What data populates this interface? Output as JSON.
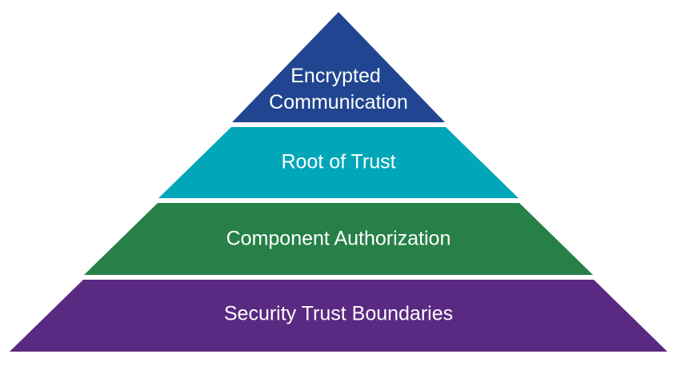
{
  "diagram": {
    "type": "pyramid",
    "layers": [
      {
        "label_lines": [
          "Encrypted",
          "Communication"
        ],
        "color": "#214590"
      },
      {
        "label_lines": [
          "Root of Trust"
        ],
        "color": "#02A6B9"
      },
      {
        "label_lines": [
          "Component Authorization"
        ],
        "color": "#268048"
      },
      {
        "label_lines": [
          "Security Trust Boundaries"
        ],
        "color": "#5A2A82"
      }
    ]
  }
}
